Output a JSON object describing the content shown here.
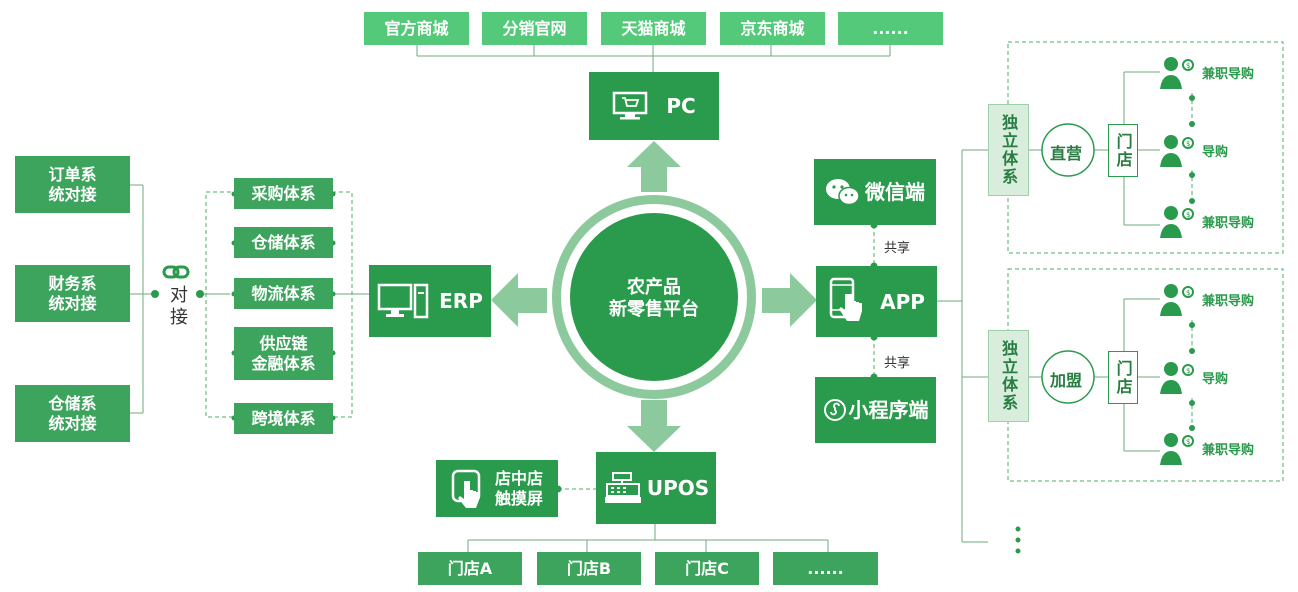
{
  "center": {
    "line1": "农产品",
    "line2": "新零售平台"
  },
  "top_channels": [
    "官方商城",
    "分销官网",
    "天猫商城",
    "京东商城",
    "......"
  ],
  "pc": "PC",
  "erp": "ERP",
  "app": "APP",
  "upos": "UPOS",
  "wechat": "微信端",
  "miniprogram": "小程序端",
  "shared1": "共享",
  "shared2": "共享",
  "touch": {
    "line1": "店中店",
    "line2": "触摸屏"
  },
  "stores": [
    "门店A",
    "门店B",
    "门店C",
    "......"
  ],
  "left_systems": [
    {
      "line1": "订单系",
      "line2": "统对接"
    },
    {
      "line1": "财务系",
      "line2": "统对接"
    },
    {
      "line1": "仓储系",
      "line2": "统对接"
    }
  ],
  "dock": {
    "line1": "对",
    "line2": "接"
  },
  "erp_systems": [
    {
      "line1": "采购体系",
      "line2": ""
    },
    {
      "line1": "仓储体系",
      "line2": ""
    },
    {
      "line1": "物流体系",
      "line2": ""
    },
    {
      "line1": "供应链",
      "line2": "金融体系"
    },
    {
      "line1": "跨境体系",
      "line2": ""
    }
  ],
  "independent1": "独立体系",
  "independent2": "独立体系",
  "direct": "直营",
  "franchise": "加盟",
  "store1": "门店",
  "store2": "门店",
  "guides_top": [
    "兼职导购",
    "导购",
    "兼职导购"
  ],
  "guides_bottom": [
    "兼职导购",
    "导购",
    "兼职导购"
  ],
  "colors": {
    "dark_green": "#2a9a4c",
    "light_green": "#55c97a",
    "arrow": "#8cc99d"
  }
}
